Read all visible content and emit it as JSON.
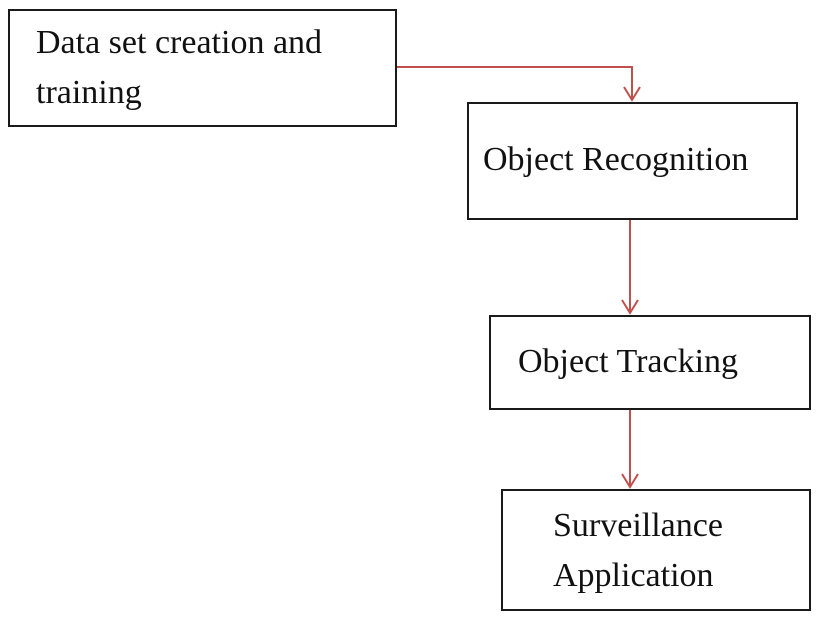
{
  "diagram": {
    "connector_color": "#c0504d",
    "border_color": "#1a1a1a",
    "nodes": {
      "dataset": {
        "lines": [
          "Data set creation and",
          "training"
        ]
      },
      "recognition": {
        "lines": [
          "Object Recognition"
        ]
      },
      "tracking": {
        "lines": [
          "Object Tracking"
        ]
      },
      "surveillance": {
        "lines": [
          "Surveillance",
          "Application"
        ]
      }
    },
    "edges": [
      {
        "from": "Data set creation and training",
        "to": "Object Recognition"
      },
      {
        "from": "Object Recognition",
        "to": "Object Tracking"
      },
      {
        "from": "Object Tracking",
        "to": "Surveillance Application"
      }
    ]
  }
}
